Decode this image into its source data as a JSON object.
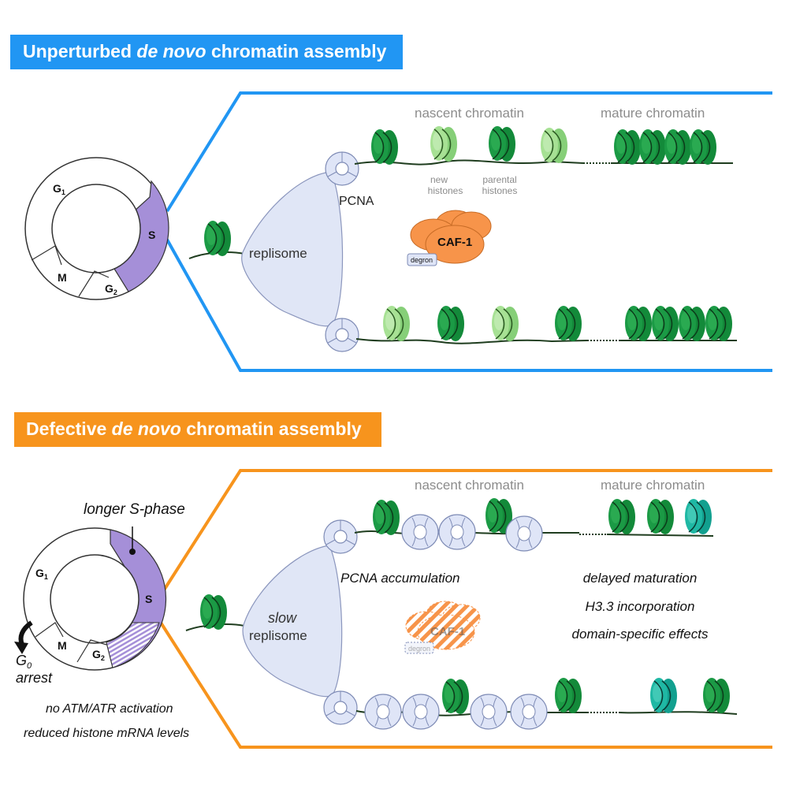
{
  "top": {
    "banner_pre": "Unperturbed ",
    "banner_italic": "de novo",
    "banner_post": " chromatin assembly",
    "nascent_label": "nascent chromatin",
    "mature_label": "mature chromatin",
    "new_histones": [
      "new",
      "histones"
    ],
    "parental_histones": [
      "parental",
      "histones"
    ],
    "pcna_label": "PCNA",
    "replisome_label": "replisome",
    "caf1_label": "CAF-1",
    "degron_label": "degron",
    "phases": {
      "g1": "G",
      "g1_sub": "1",
      "s": "S",
      "m": "M",
      "g2": "G",
      "g2_sub": "2"
    }
  },
  "bottom": {
    "banner_pre": "Defective ",
    "banner_italic": "de novo",
    "banner_post": " chromatin assembly",
    "nascent_label": "nascent chromatin",
    "mature_label": "mature chromatin",
    "longer_s": "longer S-phase",
    "g0": "G",
    "g0_sub": "0",
    "arrest": "arrest",
    "slow_label": "slow",
    "replisome_label": "replisome",
    "pcna_accumulation": "PCNA accumulation",
    "delayed_maturation": "delayed maturation",
    "h33": "H3.3 incorporation",
    "domain_effects": "domain-specific effects",
    "no_atm": "no ATM/ATR activation",
    "reduced_histone": "reduced histone mRNA levels",
    "caf1_label": "CAF-1",
    "degron_label": "degron",
    "phases": {
      "g1": "G",
      "g1_sub": "1",
      "s": "S",
      "m": "M",
      "g2": "G",
      "g2_sub": "2"
    }
  },
  "colors": {
    "blue": "#2196f3",
    "orange": "#f7941d",
    "purple": "#a58fd8",
    "dark_green": "#1e9e45",
    "light_green": "#9fdc8a",
    "teal": "#22b8a6",
    "pcna": "#dde3f7",
    "replisome": "#e0e6f6",
    "caf1": "#f7944a"
  }
}
